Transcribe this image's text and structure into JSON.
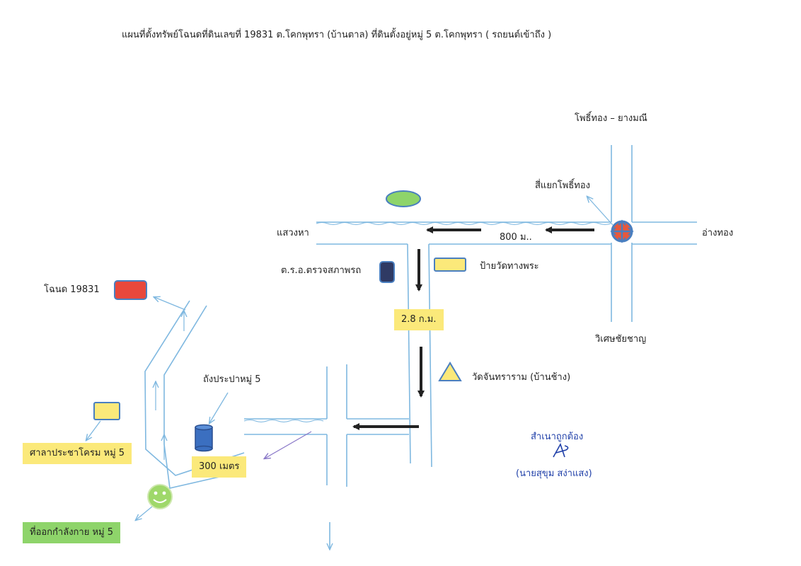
{
  "title": "แผนที่ตั้งทรัพย์โฉนดที่ดินเลขที่ 19831 ต.โคกพุทรา (บ้านตาล) ที่ดินตั้งอยู่หมู่ 5 ต.โคกพุทรา ( รถยนต์เข้าถึง )",
  "roads": {
    "north": "โพธิ์ทอง – ยางมณี",
    "east": "อ่างทอง",
    "south": "วิเศษชัยชาญ",
    "west": "แสวงหา"
  },
  "landmarks": {
    "intersection": "สี่แยกโพธิ์ทอง",
    "distance_800": "800 ม..",
    "police_checkpoint": "ต.ร.อ.ตรวจสภาพรถ",
    "temple_sign": "ป้ายวัดทางพระ",
    "distance_28km": "2.8 ก.ม.",
    "temple": "วัดจันทราราม (บ้านช้าง)",
    "water_tank": "ถังประปาหมู่ 5",
    "distance_300m": "300 เมตร",
    "deed": "โฉนด 19831",
    "pavilion": "ศาลาประชาโครม หมู่ 5",
    "exercise_area": "ที่ออกกำลังกาย หมู่ 5"
  },
  "certification": {
    "text": "สำเนาถูกต้อง",
    "name": "(นายสุขุม  สง่าแสง)"
  },
  "colors": {
    "road_line": "#7fb8e0",
    "arrow_dark": "#222222",
    "deed_red": "#e8483c",
    "highlight_yellow": "#fbe97a",
    "highlight_green": "#8ed46a",
    "signature_blue": "#1f3fa8"
  }
}
